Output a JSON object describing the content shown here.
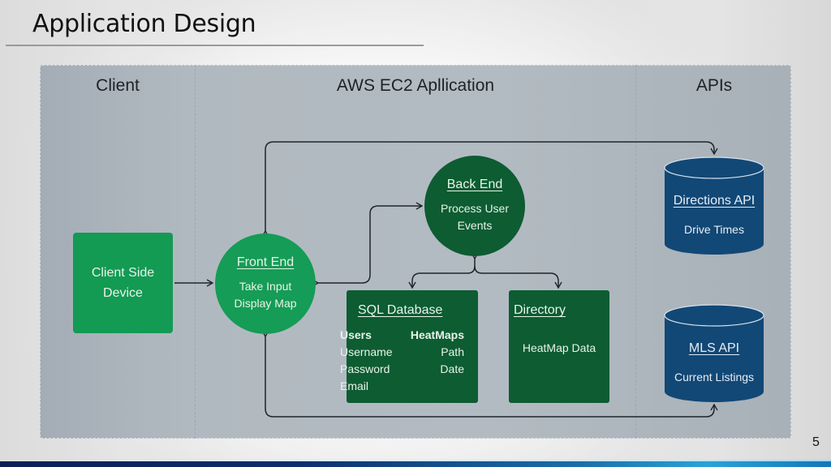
{
  "slide": {
    "title": "Application Design",
    "page_number": "5"
  },
  "lanes": [
    {
      "label": "Client"
    },
    {
      "label": "AWS EC2 Apllication"
    },
    {
      "label": "APIs"
    }
  ],
  "nodes": {
    "client_device": {
      "line1": "Client Side",
      "line2": "Device"
    },
    "front_end": {
      "title": "Front End",
      "line1": "Take Input",
      "line2": "Display Map"
    },
    "back_end": {
      "title": "Back End",
      "line1": "Process User",
      "line2": "Events"
    },
    "sql_database": {
      "title": "SQL Database",
      "users": {
        "header": "Users",
        "fields": [
          "Username",
          "Password",
          "Email"
        ]
      },
      "heatmaps": {
        "header": "HeatMaps",
        "fields": [
          "Path",
          "Date"
        ]
      }
    },
    "directory": {
      "title": "Directory",
      "line1": "HeatMap Data"
    },
    "directions_api": {
      "title": "Directions API",
      "line1": "Drive Times"
    },
    "mls_api": {
      "title": "MLS API",
      "line1": "Current Listings"
    }
  },
  "connections": [
    {
      "from": "Client Side Device",
      "to": "Front End"
    },
    {
      "from": "Front End",
      "to": "Back End",
      "bidirectional": true
    },
    {
      "from": "Front End",
      "to": "Directions API",
      "bidirectional": true
    },
    {
      "from": "MLS API",
      "to": "Front End",
      "bidirectional": true
    },
    {
      "from": "Back End",
      "to": "SQL Database",
      "bidirectional": true
    },
    {
      "from": "Back End",
      "to": "Directory",
      "bidirectional": true
    }
  ],
  "colors": {
    "client_green": "#139a53",
    "front_end_green": "#159c56",
    "dark_green": "#0d5c32",
    "api_blue": "#124876",
    "panel_gray": "#b1b9c0"
  }
}
